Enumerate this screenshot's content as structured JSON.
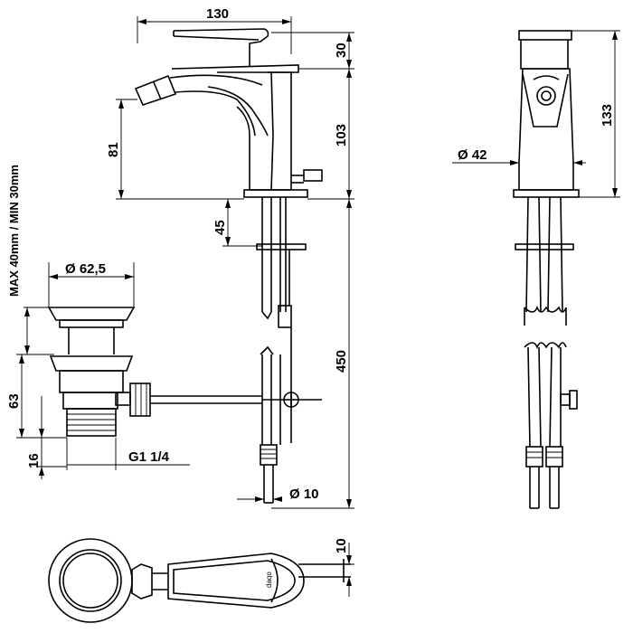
{
  "dimensions": {
    "width_top": "130",
    "lever_height": "30",
    "spout_height": "103",
    "spout_reach": "81",
    "rod_45": "45",
    "supply_length": "450",
    "pipe_dia": "Ø 10",
    "side_height": "133",
    "body_dia": "Ø 42",
    "waste_dia": "Ø 62,5",
    "waste_thickness": "MAX 40mm / MIN 30mm",
    "waste_height": "63",
    "thread_16": "16",
    "thread_label": "G1 1/4",
    "plan_rod_10": "10"
  },
  "logo": "daqo",
  "colors": {
    "line": "#000000",
    "background": "#ffffff"
  }
}
